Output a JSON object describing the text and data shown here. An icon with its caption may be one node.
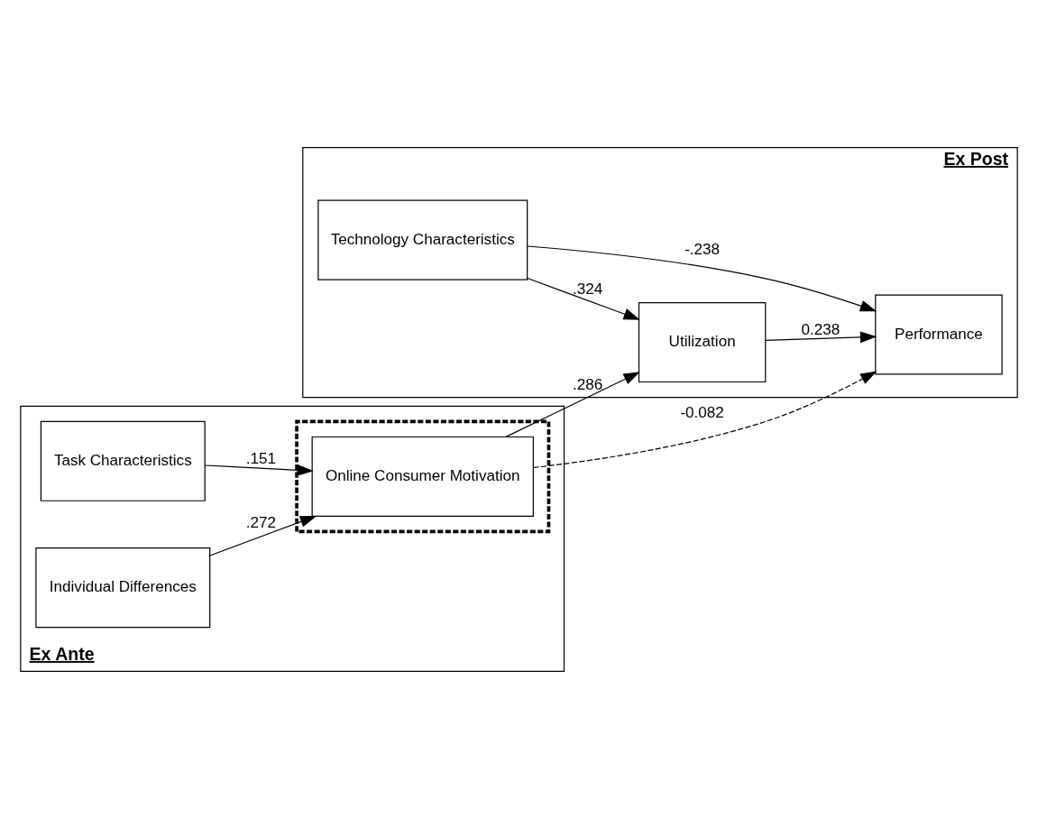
{
  "diagram": {
    "nodes": [
      {
        "text": [
          "Ex Post"
        ]
      },
      {
        "text": [
          "Technology Characteristics"
        ],
        "in": 0
      },
      {
        "text": [
          "Performance"
        ],
        "in": 0
      },
      {
        "text": [
          "Utilization"
        ],
        "in": 0
      },
      {
        "text": [
          "Ex Ante"
        ]
      },
      {
        "text": [
          "Task Characteristics"
        ],
        "in": 4
      },
      {
        "text": [],
        "shape": "box",
        "in": 4
      },
      {
        "text": [
          "Online Consumer Motivation"
        ],
        "in": 6
      },
      {
        "text": [
          "Individual Differences"
        ],
        "in": 4
      }
    ],
    "edges": [
      {
        "from": 1,
        "to": 2,
        "arrow": "to",
        "label": "-.238"
      },
      {
        "from": 7,
        "to": 2,
        "arrow": "to",
        "label": "-0.082",
        "style": "dashed"
      },
      {
        "from": 1,
        "to": 3,
        "arrow": "to",
        "label": ".324"
      },
      {
        "from": 3,
        "to": 2,
        "arrow": "to",
        "label": "0.238"
      },
      {
        "from": 5,
        "to": 7,
        "arrow": "to",
        "label": ".151"
      },
      {
        "from": 7,
        "to": 3,
        "arrow": "to",
        "label": ".286"
      },
      {
        "from": 8,
        "to": 7,
        "arrow": "to",
        "label": ".272"
      }
    ]
  }
}
